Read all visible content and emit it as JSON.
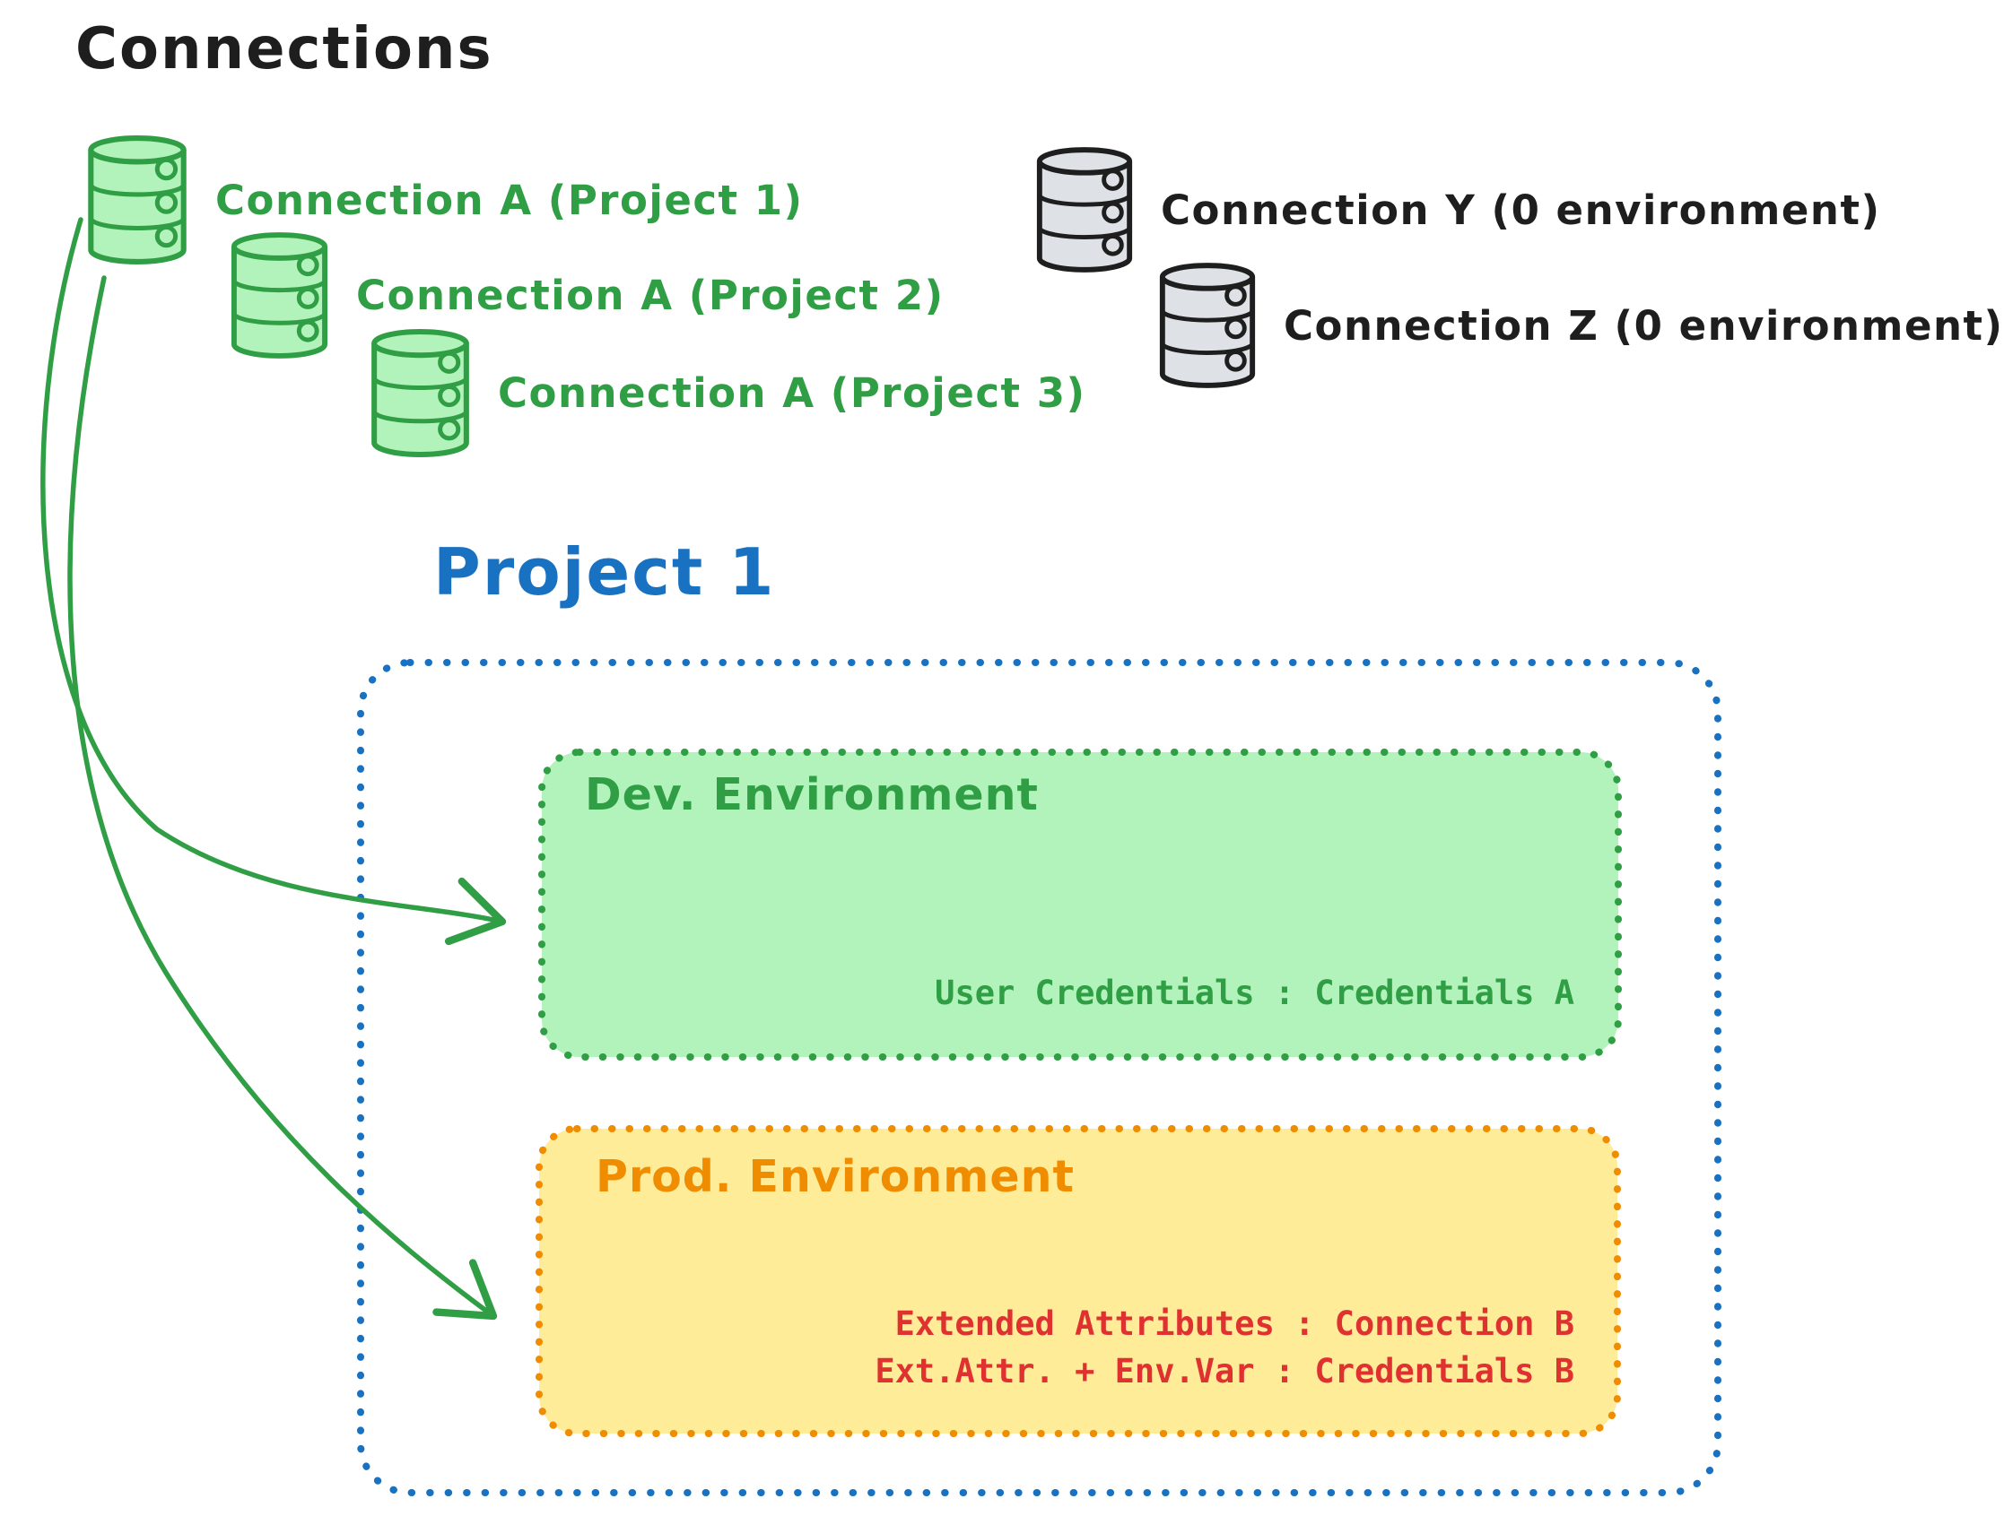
{
  "diagram_title": "Connections",
  "colors": {
    "ink": "#1e1e1e",
    "green": "#2f9e44",
    "green_fill": "#b2f2bb",
    "gray_fill": "#dee2e6",
    "blue": "#1971c2",
    "orange": "#f08c00",
    "orange_fill": "#ffec99",
    "red": "#e03131"
  },
  "green_connections": [
    {
      "icon": "database-icon",
      "label": "Connection A (Project 1)"
    },
    {
      "icon": "database-icon",
      "label": "Connection A (Project 2)"
    },
    {
      "icon": "database-icon",
      "label": "Connection A (Project 3)"
    }
  ],
  "gray_connections": [
    {
      "icon": "database-icon",
      "label": "Connection Y (0 environment)"
    },
    {
      "icon": "database-icon",
      "label": "Connection Z (0 environment)"
    }
  ],
  "project": {
    "title": "Project 1",
    "dev": {
      "name": "Dev. Environment",
      "line1": "User Credentials : Credentials A"
    },
    "prod": {
      "name": "Prod. Environment",
      "line1": "Extended Attributes : Connection B",
      "line2": "Ext.Attr. + Env.Var : Credentials B"
    }
  },
  "arrows": [
    {
      "from": "Connection A",
      "to": "Dev. Environment"
    },
    {
      "from": "Connection A",
      "to": "Prod. Environment"
    }
  ]
}
